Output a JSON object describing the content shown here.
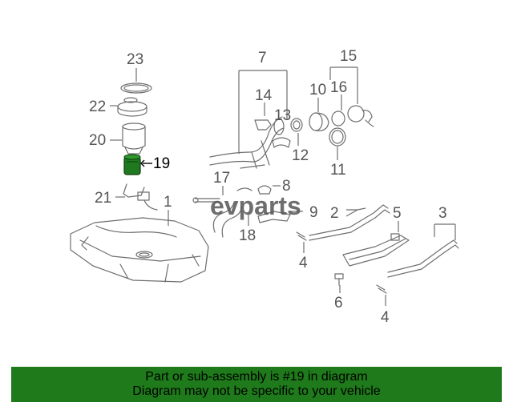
{
  "callouts": {
    "c23": "23",
    "c22": "22",
    "c20": "20",
    "c19": "19",
    "c21": "21",
    "c1": "1",
    "c7": "7",
    "c14": "14",
    "c13": "13",
    "c12": "12",
    "c10": "10",
    "c16": "16",
    "c15": "15",
    "c11": "11",
    "c17": "17",
    "c8": "8",
    "c9": "9",
    "c18": "18",
    "c2": "2",
    "c5": "5",
    "c3": "3",
    "c4a": "4",
    "c6": "6",
    "c4b": "4"
  },
  "highlight_part": "19",
  "watermark": "evparts",
  "footer": {
    "line1": "Part or sub-assembly is #19 in diagram",
    "line2": "Diagram may not be specific to your vehicle"
  },
  "colors": {
    "highlight": "#1f7a1f",
    "footer_bg": "#1e7a1a",
    "lines": "#6e6e6e"
  }
}
